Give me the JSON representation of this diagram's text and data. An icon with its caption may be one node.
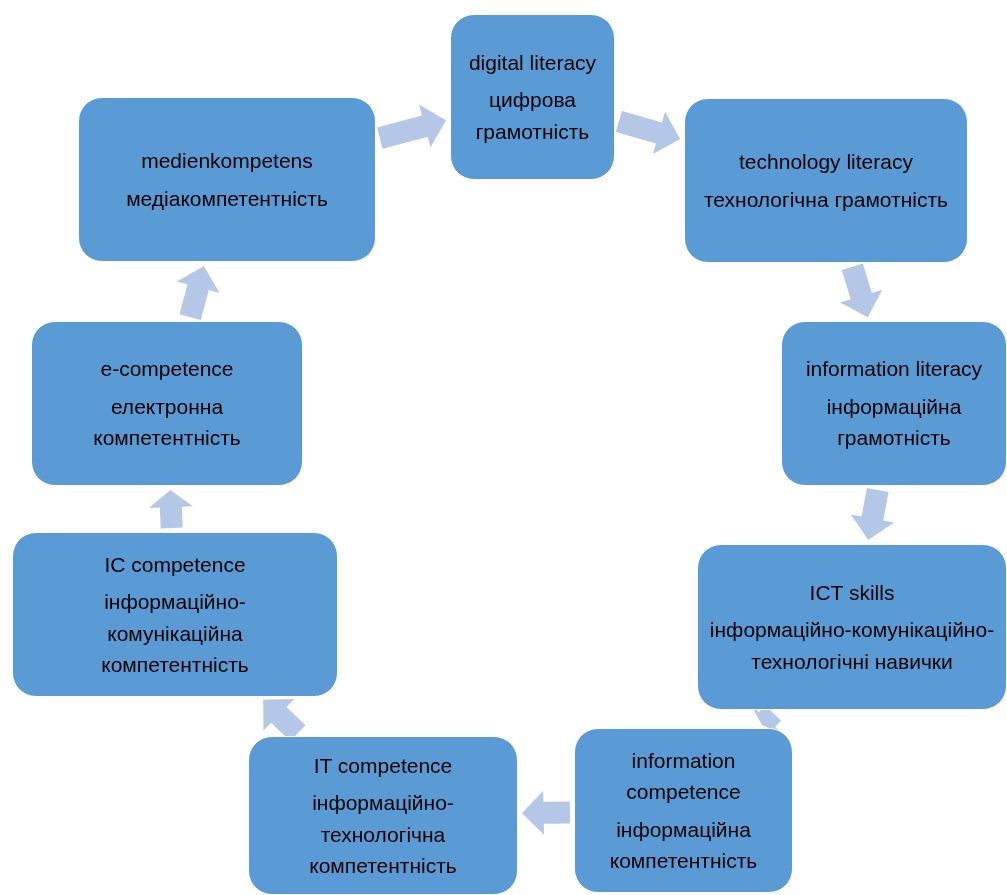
{
  "diagram": {
    "nodes": [
      {
        "text": [
          "digital literacy",
          "цифрова грамотність"
        ]
      },
      {
        "text": [
          "technology literacy",
          "технологічна грамотність"
        ]
      },
      {
        "text": [
          "information literacy",
          "інформаційна грамотність"
        ]
      },
      {
        "text": [
          "ICT skills",
          "інформаційно-комунікаційно-технологічні навички"
        ]
      },
      {
        "text": [
          "information competence",
          "інформаційна компетентність"
        ]
      },
      {
        "text": [
          "IT competence",
          "інформаційно-технологічна компетентність"
        ]
      },
      {
        "text": [
          "IC competence",
          "інформаційно-комунікаційна компетентність"
        ]
      },
      {
        "text": [
          "e-competence",
          "електронна компетентність"
        ]
      },
      {
        "text": [
          "medienkompetens",
          "медіакомпетентність"
        ]
      }
    ],
    "edges": [
      {
        "from": 0,
        "to": 1,
        "arrow": "to"
      },
      {
        "from": 1,
        "to": 2,
        "arrow": "to"
      },
      {
        "from": 2,
        "to": 3,
        "arrow": "to"
      },
      {
        "from": 3,
        "to": 4,
        "arrow": "to"
      },
      {
        "from": 4,
        "to": 5,
        "arrow": "to"
      },
      {
        "from": 5,
        "to": 6,
        "arrow": "to"
      },
      {
        "from": 6,
        "to": 7,
        "arrow": "to"
      },
      {
        "from": 7,
        "to": 8,
        "arrow": "to"
      },
      {
        "from": 8,
        "to": 0,
        "arrow": "to"
      }
    ]
  }
}
